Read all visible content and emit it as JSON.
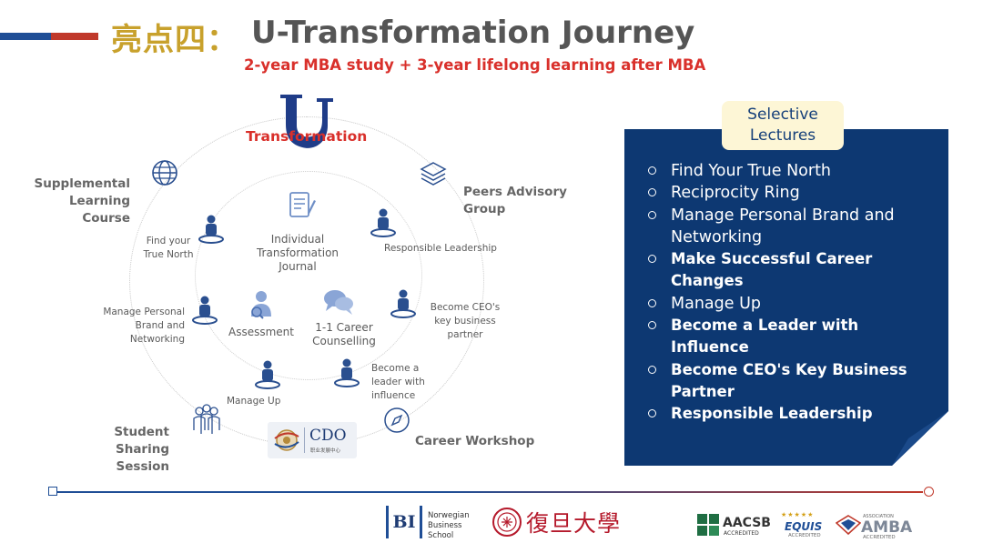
{
  "header": {
    "title_cn": "亮点四：",
    "title_en": "U-Transformation Journey",
    "subtitle": "2-year MBA study + 3-year lifelong learning after MBA"
  },
  "diagram": {
    "center_logo": "Transformation",
    "outer": {
      "supplemental": "Supplemental Learning Course",
      "peers": "Peers Advisory Group",
      "student_sharing": "Student Sharing Session",
      "career_workshop": "Career Workshop"
    },
    "ring": {
      "find_north": "Find your True North",
      "responsible": "Responsible Leadership",
      "brand": "Manage Personal Brand and Networking",
      "ceo": "Become CEO's key business partner",
      "manage_up": "Manage Up",
      "leader": "Become a leader with influence"
    },
    "inner": {
      "journal": "Individual Transformation Journal",
      "assessment": "Assessment",
      "counselling": "1-1 Career Counselling"
    },
    "cdo_badge": "CDO",
    "cdo_badge_sub": "职业发展中心"
  },
  "panel": {
    "heading": "Selective Lectures",
    "lectures": [
      "Find Your True North",
      "Reciprocity Ring",
      "Manage Personal Brand and Networking",
      "Make Successful Career Changes",
      "Manage Up",
      "Become a Leader with Influence",
      "Become CEO's Key Business Partner",
      "Responsible Leadership"
    ]
  },
  "footer": {
    "bi_logo": "BI",
    "bi_name": "Norwegian Business School",
    "fudan": "復旦大學",
    "aacsb": "AACSB",
    "aacsb_sub": "ACCREDITED",
    "equis": "EQUIS",
    "equis_sub": "ACCREDITED",
    "equis_stars": "★★★★★",
    "amba": "AMBA",
    "amba_assoc": "ASSOCIATION",
    "amba_sub": "ACCREDITED"
  },
  "colors": {
    "navy": "#0d3872",
    "red": "#d9302b",
    "gold": "#c8a12c",
    "icon_blue": "#2a4f8f"
  }
}
